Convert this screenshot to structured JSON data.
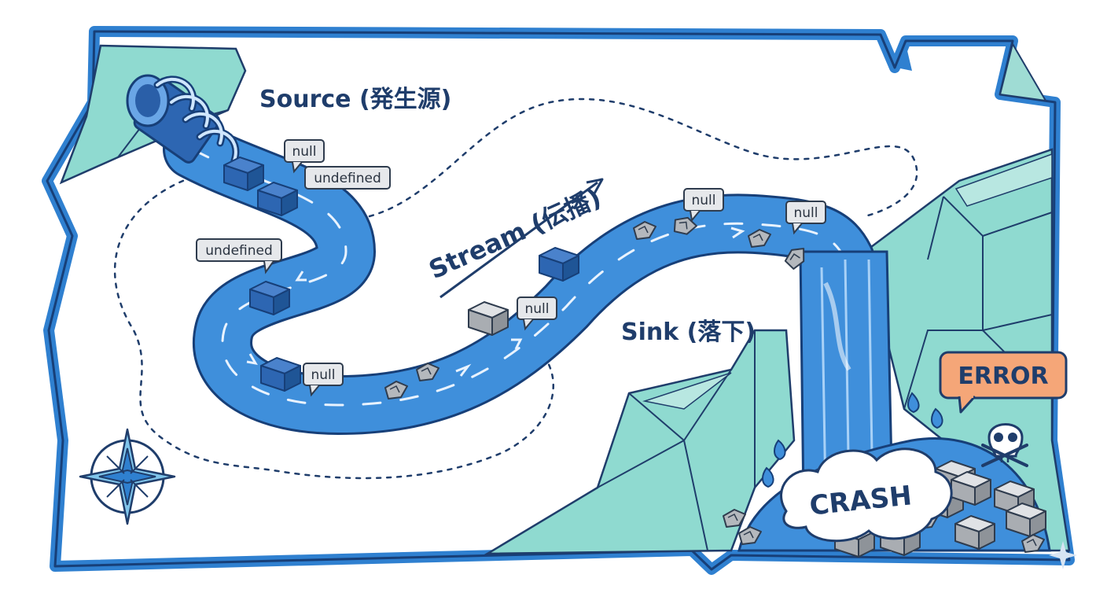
{
  "labels": {
    "source": "Source (発生源)",
    "stream": "Stream (伝播)",
    "sink": "Sink (落下)",
    "error": "ERROR",
    "crash": "CRASH"
  },
  "tags": [
    {
      "text": "null"
    },
    {
      "text": "undefined"
    },
    {
      "text": "undefined"
    },
    {
      "text": "null"
    },
    {
      "text": "null"
    },
    {
      "text": "null"
    },
    {
      "text": "null"
    }
  ],
  "colors": {
    "frame": "#2f80d0",
    "river": "#3f8fdb",
    "river_dark": "#1f5fa8",
    "teal": "#7fd3c9",
    "teal_dark": "#5cbfb3",
    "ink": "#1f3d6b",
    "error_bg": "#f5a678",
    "block": "#a9adb2"
  },
  "icons": [
    "compass-icon",
    "skull-icon",
    "pipe-icon",
    "crash-cloud-icon"
  ]
}
